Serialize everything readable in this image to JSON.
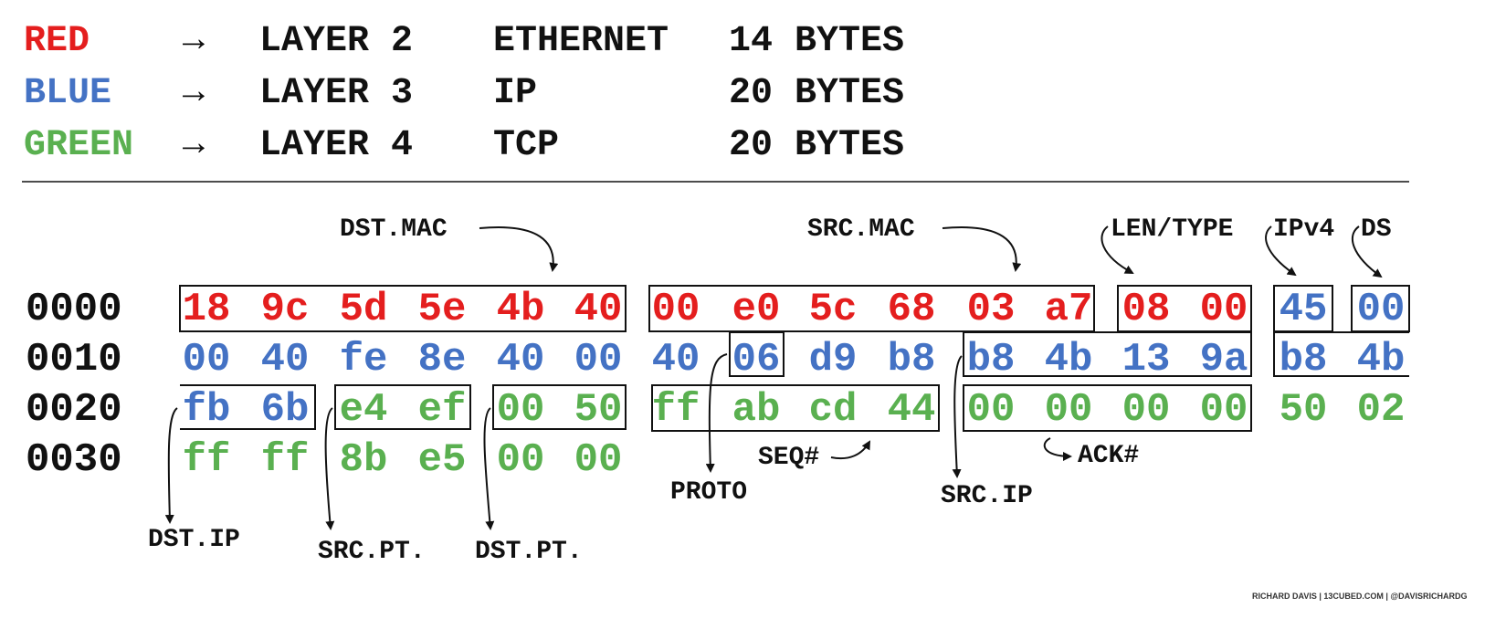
{
  "colors": {
    "red": "#e41e1e",
    "blue": "#4472c4",
    "green": "#5ab050",
    "ink": "#111111"
  },
  "legend": [
    {
      "color_name": "RED",
      "color": "#e41e1e",
      "arrow": "→",
      "layer": "LAYER 2",
      "protocol": "ETHERNET",
      "size": "14 BYTES"
    },
    {
      "color_name": "BLUE",
      "color": "#4472c4",
      "arrow": "→",
      "layer": "LAYER 3",
      "protocol": "IP",
      "size": "20 BYTES"
    },
    {
      "color_name": "GREEN",
      "color": "#5ab050",
      "arrow": "→",
      "layer": "LAYER 4",
      "protocol": "TCP",
      "size": "20 BYTES"
    }
  ],
  "rows": [
    {
      "offset": "0000",
      "bytes": [
        {
          "v": "18",
          "layer": "red"
        },
        {
          "v": "9c",
          "layer": "red"
        },
        {
          "v": "5d",
          "layer": "red"
        },
        {
          "v": "5e",
          "layer": "red"
        },
        {
          "v": "4b",
          "layer": "red"
        },
        {
          "v": "40",
          "layer": "red"
        },
        {
          "v": "00",
          "layer": "red"
        },
        {
          "v": "e0",
          "layer": "red"
        },
        {
          "v": "5c",
          "layer": "red"
        },
        {
          "v": "68",
          "layer": "red"
        },
        {
          "v": "03",
          "layer": "red"
        },
        {
          "v": "a7",
          "layer": "red"
        },
        {
          "v": "08",
          "layer": "red"
        },
        {
          "v": "00",
          "layer": "red"
        },
        {
          "v": "45",
          "layer": "blue"
        },
        {
          "v": "00",
          "layer": "blue"
        }
      ]
    },
    {
      "offset": "0010",
      "bytes": [
        {
          "v": "00",
          "layer": "blue"
        },
        {
          "v": "40",
          "layer": "blue"
        },
        {
          "v": "fe",
          "layer": "blue"
        },
        {
          "v": "8e",
          "layer": "blue"
        },
        {
          "v": "40",
          "layer": "blue"
        },
        {
          "v": "00",
          "layer": "blue"
        },
        {
          "v": "40",
          "layer": "blue"
        },
        {
          "v": "06",
          "layer": "blue"
        },
        {
          "v": "d9",
          "layer": "blue"
        },
        {
          "v": "b8",
          "layer": "blue"
        },
        {
          "v": "b8",
          "layer": "blue"
        },
        {
          "v": "4b",
          "layer": "blue"
        },
        {
          "v": "13",
          "layer": "blue"
        },
        {
          "v": "9a",
          "layer": "blue"
        },
        {
          "v": "b8",
          "layer": "blue"
        },
        {
          "v": "4b",
          "layer": "blue"
        }
      ]
    },
    {
      "offset": "0020",
      "bytes": [
        {
          "v": "fb",
          "layer": "blue"
        },
        {
          "v": "6b",
          "layer": "blue"
        },
        {
          "v": "e4",
          "layer": "green"
        },
        {
          "v": "ef",
          "layer": "green"
        },
        {
          "v": "00",
          "layer": "green"
        },
        {
          "v": "50",
          "layer": "green"
        },
        {
          "v": "ff",
          "layer": "green"
        },
        {
          "v": "ab",
          "layer": "green"
        },
        {
          "v": "cd",
          "layer": "green"
        },
        {
          "v": "44",
          "layer": "green"
        },
        {
          "v": "00",
          "layer": "green"
        },
        {
          "v": "00",
          "layer": "green"
        },
        {
          "v": "00",
          "layer": "green"
        },
        {
          "v": "00",
          "layer": "green"
        },
        {
          "v": "50",
          "layer": "green"
        },
        {
          "v": "02",
          "layer": "green"
        }
      ]
    },
    {
      "offset": "0030",
      "bytes": [
        {
          "v": "ff",
          "layer": "green"
        },
        {
          "v": "ff",
          "layer": "green"
        },
        {
          "v": "8b",
          "layer": "green"
        },
        {
          "v": "e5",
          "layer": "green"
        },
        {
          "v": "00",
          "layer": "green"
        },
        {
          "v": "00",
          "layer": "green"
        }
      ]
    }
  ],
  "fields": {
    "dst_mac": "DST.MAC",
    "src_mac": "SRC.MAC",
    "len_type": "LEN/TYPE",
    "ipv4": "IPv4",
    "ds": "DS",
    "proto": "PROTO",
    "src_ip": "SRC.IP",
    "seq": "SEQ#",
    "ack": "ACK#",
    "dst_ip": "DST.IP",
    "src_pt": "SRC.PT.",
    "dst_pt": "DST.PT."
  },
  "credit": "RICHARD DAVIS | 13CUBED.COM | @DAVISRICHARDG"
}
